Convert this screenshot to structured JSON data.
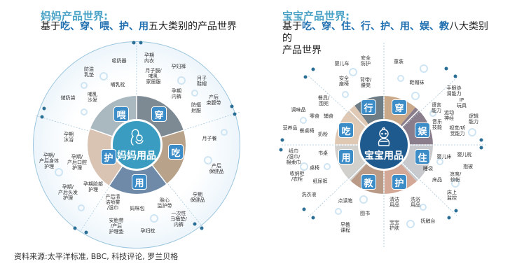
{
  "left": {
    "title": "妈妈产品世界:",
    "subtitle_parts": [
      "基于",
      "吃、穿、喂、护、用",
      "五大类别的产品世界"
    ],
    "center_label": "妈妈用品",
    "center_icon": "mother-baby-icon",
    "center_color": "#3a9cc0",
    "categories": [
      "喂",
      "穿",
      "吃",
      "用",
      "护"
    ],
    "items": {
      "feed": [
        "吸奶器",
        "防溢\n乳垫",
        "哺乳枕",
        "储奶袋",
        "哺乳\n沙发"
      ],
      "wear": [
        "孕期\n内衣",
        "孕妇裤",
        "月子服/\n哺乳\n家居服",
        "月子\n鞋帽",
        "孕期\n内裤",
        "产后\n束腹带",
        "防辐\n射服"
      ],
      "eat": [
        "月子餐",
        "产后\n保健品",
        "孕期\n保健品"
      ],
      "use": [
        "胎心\n监护带",
        "妈咪包",
        "一次性\n马桶垫/\n内裤",
        "孕妇枕",
        "安胎带\n/产后\n护理垫",
        "产后清\n洁喷雾\n/湿巾"
      ],
      "care": [
        "孕期\n沐浴",
        "孕期/\n产后身体\n护理",
        "孕期/\n产后口腔\n护理",
        "孕期/\n产后头发\n护理",
        "孕期脸部\n护理"
      ]
    }
  },
  "right": {
    "title": "宝宝产品世界:",
    "subtitle_parts": [
      "基于",
      "吃、穿、住、行、护、用、娱、教",
      "八大类别的",
      "产品世界"
    ],
    "center_label": "宝宝用品",
    "center_icon": "baby-icon",
    "center_color": "#1f5a8f",
    "categories": [
      "行",
      "穿",
      "娱",
      "住",
      "护",
      "教",
      "用",
      "吃"
    ],
    "items": {
      "go": [
        "婴儿车",
        "安全\n防护",
        "安全\n座椅",
        "背带/\n腰凳"
      ],
      "wear": [
        "童装",
        "鞋帽袜"
      ],
      "play": [
        "手眼协\n调能力",
        "IP\n玩具",
        "语言\n能力",
        "运动\n神经",
        "逻辑\n能力",
        "音乐\n技能",
        "视觉/听\n觉能力"
      ],
      "live": [
        "婴儿床",
        "婴儿枕",
        "睡袋",
        "抱被",
        "床品",
        "凉席/\n蚊帐",
        "床上\n监控"
      ],
      "care": [
        "清洁\n用品",
        "洗浴\n用品",
        "宝宝\n护肤",
        "抚触台"
      ],
      "teach": [
        "点读笔",
        "图书",
        "早教\n课程"
      ],
      "use": [
        "纸巾\n/湿巾/\n棉柔巾",
        "书桌",
        "桌椅",
        "收纳柜\n/衣柜",
        "纸尿裤",
        "洗衣液"
      ],
      "eat": [
        "餐具/\n围兜",
        "调味品",
        "零食",
        "辅食",
        "营养品",
        "餐桌椅",
        "奶粉"
      ]
    }
  },
  "source": "资料来源:太平洋标准, BBC, 科技评论, 罗兰贝格"
}
